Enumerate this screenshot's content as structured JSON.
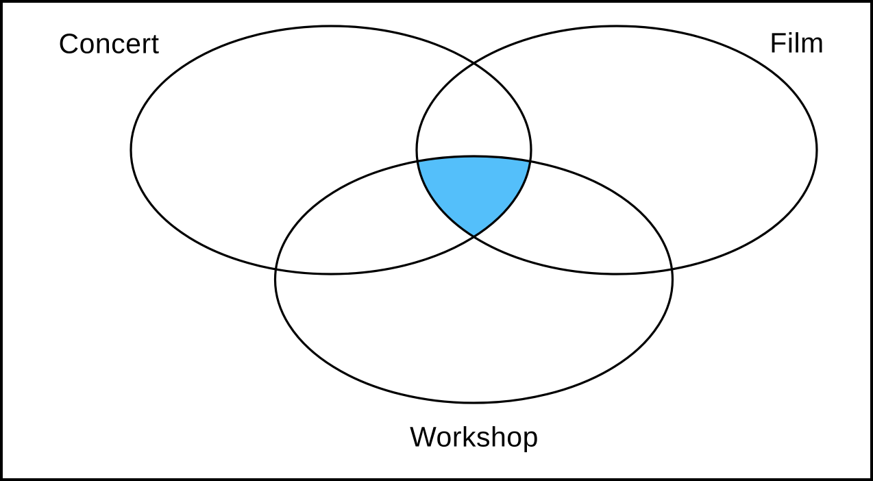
{
  "diagram": {
    "type": "venn",
    "sets": [
      {
        "label": "Concert",
        "position": "top-left"
      },
      {
        "label": "Film",
        "position": "top-right"
      },
      {
        "label": "Workshop",
        "position": "bottom-center"
      }
    ],
    "highlighted_region": "Concert ∩ Film ∩ Workshop",
    "colors": {
      "highlight_fill": "#54BFFA",
      "outline": "#000000",
      "border": "#000000",
      "background": "#FFFFFF",
      "label_text": "#000000"
    }
  }
}
